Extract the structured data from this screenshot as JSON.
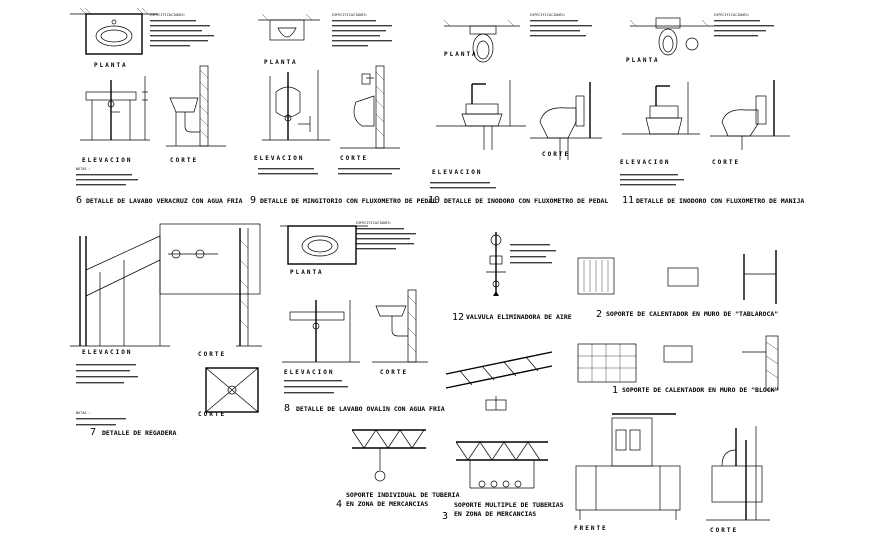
{
  "view_labels": {
    "planta": "PLANTA",
    "elevacion": "ELEVACION",
    "corte": "CORTE",
    "frente": "FRENTE"
  },
  "details": [
    {
      "number": "6",
      "title": "DETALLE DE LAVABO VERACRUZ CON AGUA FRIA"
    },
    {
      "number": "9",
      "title": "DETALLE DE MINGITORIO CON FLUXOMETRO DE PEDAL"
    },
    {
      "number": "10",
      "title": "DETALLE DE INODORO CON FLUXOMETRO DE PEDAL"
    },
    {
      "number": "11",
      "title": "DETALLE DE INODORO CON FLUXOMETRO DE MANIJA"
    },
    {
      "number": "7",
      "title": "DETALLE DE REGADERA"
    },
    {
      "number": "8",
      "title": "DETALLE DE LAVABO OVALIN CON AGUA FRIA"
    },
    {
      "number": "12",
      "title": "VALVULA ELIMINADORA DE AIRE"
    },
    {
      "number": "2",
      "title": "SOPORTE DE CALENTADOR EN MURO DE \"TABLAROCA\""
    },
    {
      "number": "1",
      "title": "SOPORTE DE CALENTADOR EN MURO DE \"BLOCK\""
    },
    {
      "number": "4",
      "title": "SOPORTE INDIVIDUAL DE TUBERIA",
      "title2": "EN ZONA DE MERCANCIAS"
    },
    {
      "number": "3",
      "title": "SOPORTE MULTIPLE DE TUBERIAS",
      "title2": "EN ZONA DE MERCANCIAS"
    }
  ],
  "notes": {
    "especificaciones": "ESPECIFICACIONES:",
    "notas": "NOTAS :"
  }
}
